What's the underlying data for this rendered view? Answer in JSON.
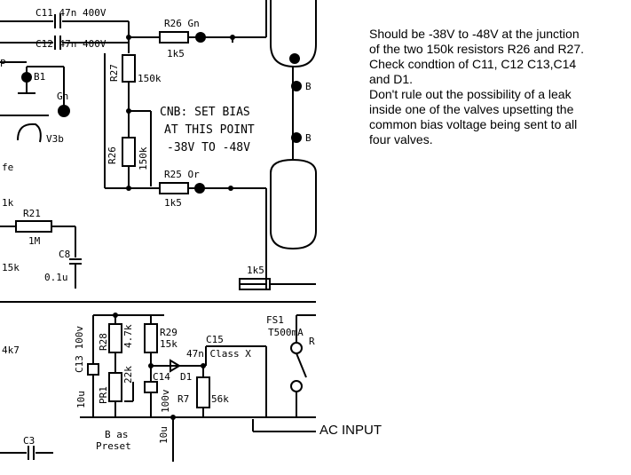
{
  "note": {
    "lines": [
      "Should be -38V to -48V at the junction",
      "of the two 150k resistors R26 and R27.",
      "Check condtion of C11, C12 C13,C14",
      "and D1.",
      "Don't rule out the possibility of a leak",
      "inside one of the valves upsetting the",
      "common bias voltage being sent to all",
      "four valves."
    ]
  },
  "ac_input_label": "AC INPUT",
  "schematic": {
    "c11": "C11  47n 400V",
    "c12": "C12  47n 400V",
    "r26_top": "R26  Gn",
    "r26_top_val": "1k5",
    "r27": "R27",
    "r27_val": "150k",
    "r26": "R26",
    "r26_val": "150k",
    "bias_note": [
      "CNB: SET BIAS",
      "AT THIS POINT",
      "-38V TO -48V"
    ],
    "r25": "R25  Or",
    "r25_val": "1k5",
    "r21": "R21",
    "r21_val": "1M",
    "c8": "C8",
    "c8_val": "0.1u",
    "val_1k5": "1k5",
    "v3b": "V3b",
    "gn": "Gn",
    "b1": "B1",
    "left_1k": "1k",
    "left_15k": "15k",
    "left_4k7": "4k7",
    "c13": "C13 100v",
    "c13_val": "10u",
    "r28": "R28",
    "r28_val": "4.7k",
    "pr1": "PR1",
    "pr1_val": "22k",
    "r29": "R29",
    "r29_val": "15k",
    "c14": "C14",
    "c14_volt": "100v",
    "c14_val": "10u",
    "c15": "C15",
    "c15_val": "47n  Class X",
    "d1": "D1",
    "r7": "R7",
    "r7_val": "56k",
    "fs1": "FS1",
    "fs1_val": "T500mA",
    "preset": [
      "B as",
      "Preset"
    ],
    "c3": "C3",
    "b_labels": [
      "B",
      "B"
    ],
    "fe": "fe",
    "p": "P",
    "r": "R"
  }
}
